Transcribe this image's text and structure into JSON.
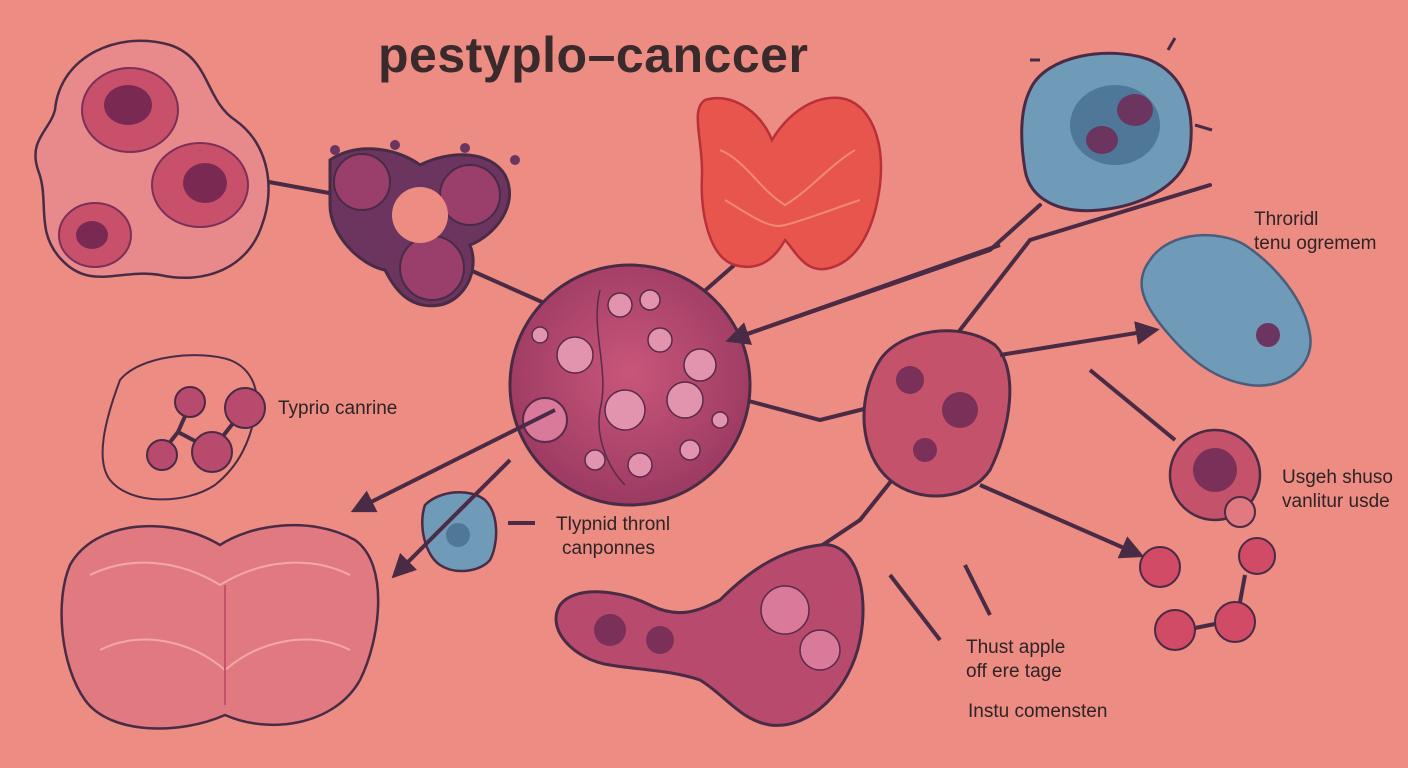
{
  "title": "pestyplo–canccer",
  "labels": {
    "thyroid_note": [
      "Throridl",
      "tenu ogremem"
    ],
    "typrio": "Typrio canrine",
    "tlypnid": [
      "Tlypnid thronl",
      "canponnes"
    ],
    "usgeh": [
      "Usgeh shuso",
      "vanlitur usde"
    ],
    "thust": [
      "Thust apple",
      "off ere tage"
    ],
    "instu": "Instu comensten"
  },
  "colors": {
    "background": "#ec8c82",
    "line": "#4a2b45",
    "cell_fill": "#b84a6e",
    "cell_dark": "#7a3058",
    "blue_cell": "#6f9ab8",
    "thyroid_red": "#e8554d",
    "tissue_pink": "#e07a80"
  }
}
